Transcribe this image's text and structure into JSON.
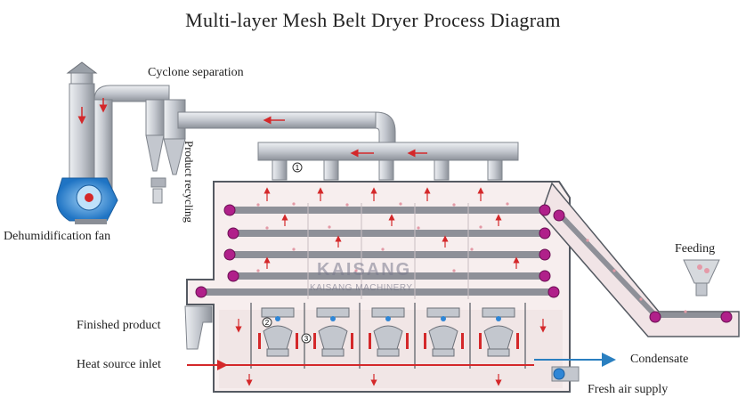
{
  "title": "Multi-layer Mesh Belt Dryer Process Diagram",
  "labels": {
    "cyclone_separation": "Cyclone separation",
    "product_recycling": "Product recycling",
    "dehumidification_fan": "Dehumidification fan",
    "feeding": "Feeding",
    "finished_product": "Finished product",
    "heat_source_inlet": "Heat source inlet",
    "condensate": "Condensate",
    "fresh_air_supply": "Fresh air supply"
  },
  "markers": {
    "m1": "1",
    "m2": "2",
    "m3": "3"
  },
  "watermark": {
    "brand": "KAISANG",
    "line": "KAISANG MACHINERY"
  },
  "colors": {
    "pipe": "#c9ccd2",
    "pipe_edge": "#8a8e96",
    "chamber_fill": "#f7eeee",
    "chamber_edge": "#555a62",
    "belt": "#8e9098",
    "roller": "#b0208a",
    "arrow_red": "#d4282a",
    "fan_blue": "#2e86d6",
    "condensate_blue": "#2a7fc0"
  }
}
